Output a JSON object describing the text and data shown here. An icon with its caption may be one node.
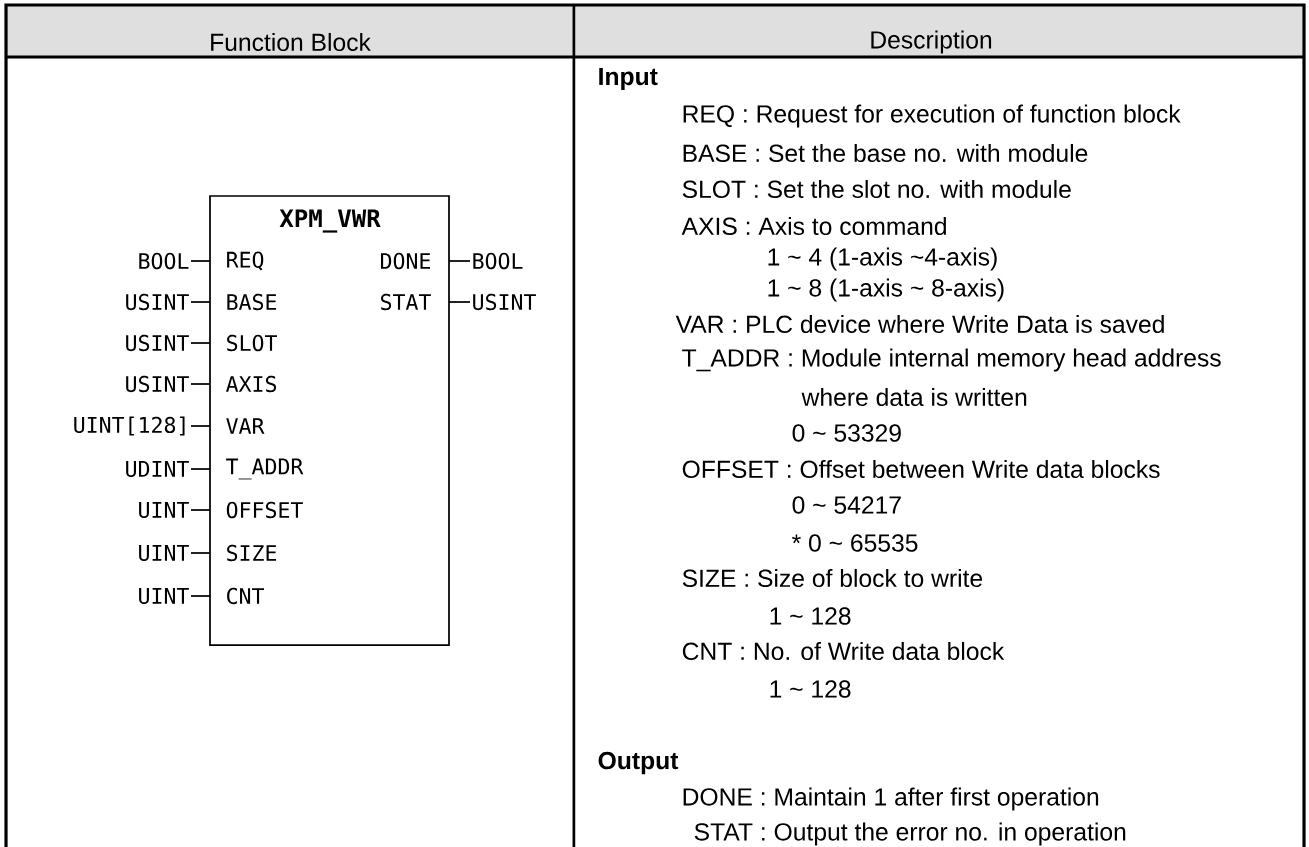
{
  "diagram": {
    "nodes": [
      {
        "text": [
          "XPM_VWR"
        ]
      },
      {
        "text": [
          "BOOL"
        ]
      },
      {
        "text": [
          "USINT"
        ]
      },
      {
        "text": [
          "USINT"
        ]
      },
      {
        "text": [
          "USINT"
        ]
      },
      {
        "text": [
          "UINT[128]"
        ]
      },
      {
        "text": [
          "UDINT"
        ]
      },
      {
        "text": [
          "UINT"
        ]
      },
      {
        "text": [
          "UINT"
        ]
      },
      {
        "text": [
          "UINT"
        ]
      },
      {
        "text": [
          "BOOL"
        ]
      },
      {
        "text": [
          "USINT"
        ]
      }
    ],
    "edges": [
      {
        "from": 1,
        "to": 0,
        "arrow": "none"
      },
      {
        "from": 2,
        "to": 0,
        "arrow": "none"
      },
      {
        "from": 3,
        "to": 0,
        "arrow": "none"
      },
      {
        "from": 4,
        "to": 0,
        "arrow": "none"
      },
      {
        "from": 5,
        "to": 0,
        "arrow": "none"
      },
      {
        "from": 6,
        "to": 0,
        "arrow": "none"
      },
      {
        "from": 7,
        "to": 0,
        "arrow": "none"
      },
      {
        "from": 8,
        "to": 0,
        "arrow": "none"
      },
      {
        "from": 9,
        "to": 0,
        "arrow": "none"
      },
      {
        "from": 0,
        "to": 10,
        "arrow": "none"
      },
      {
        "from": 0,
        "to": 11,
        "arrow": "none"
      }
    ],
    "labels": [
      "Function Block",
      "Description",
      "REQ",
      "BASE",
      "SLOT",
      "AXIS",
      "VAR",
      "T_ADDR",
      "OFFSET",
      "SIZE",
      "CNT",
      "DONE",
      "STAT",
      "Input",
      "REQ : Request for execution of function block",
      "BASE : Set the base no. with module",
      "SLOT : Set the slot no. with module",
      "AXIS : Axis to command",
      "1 ~ 4 (1-axis ~4-axis)",
      "1 ~ 8 (1-axis ~ 8-axis)",
      "VAR : PLC device where Write Data is saved",
      "T_ADDR : Module internal memory head address",
      "where data is written",
      "0 ~ 53329",
      "OFFSET : Offset between Write data blocks",
      "0 ~ 54217",
      "* 0 ~ 65535",
      "SIZE : Size of block to write",
      "1 ~ 128",
      "CNT : No. of Write data block",
      "1 ~ 128",
      "Output",
      "DONE : Maintain 1 after first operation",
      "STAT : Output the error no. in operation"
    ]
  }
}
